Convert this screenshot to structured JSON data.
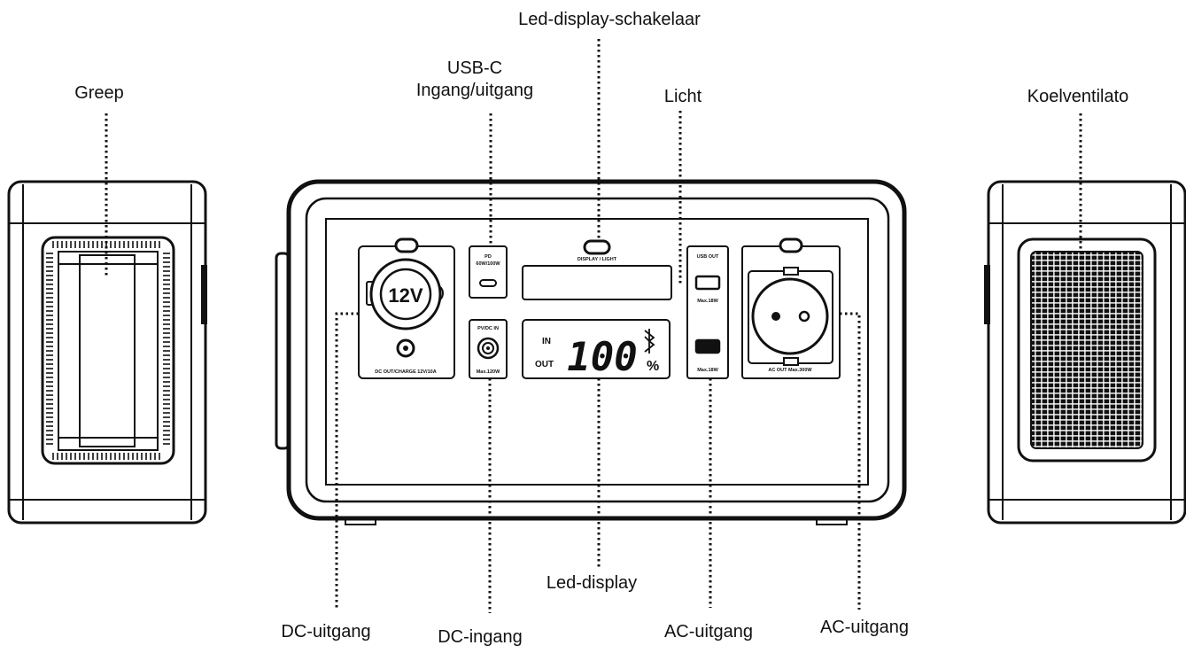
{
  "labels": {
    "handle": "Greep",
    "usbc_line1": "USB-C",
    "usbc_line2": "Ingang/uitgang",
    "display_switch": "Led-display-schakelaar",
    "light": "Licht",
    "cooling_fan": "Koelventilato",
    "dc_out": "DC-uitgang",
    "dc_in": "DC-ingang",
    "led_display": "Led-display",
    "ac_out_usb": "AC-uitgang",
    "ac_out_socket": "AC-uitgang"
  },
  "panel": {
    "car_port_voltage": "12V",
    "dc_out_caption": "DC OUT/CHARGE 12V/10A",
    "pd_caption_1": "PD",
    "pd_caption_2": "60W/100W",
    "display_light_caption": "DISPLAY / LIGHT",
    "usb_out_caption": "USB OUT",
    "usb_max_1": "Max.18W",
    "usb_max_2": "Max.18W",
    "pv_caption": "PV/DC IN",
    "pv_max": "Max.120W",
    "ac_caption": "AC OUT Max.300W",
    "display_in": "IN",
    "display_out": "OUT",
    "display_value": "100",
    "display_unit": "%"
  },
  "colors": {
    "line": "#111111",
    "background": "#ffffff"
  }
}
